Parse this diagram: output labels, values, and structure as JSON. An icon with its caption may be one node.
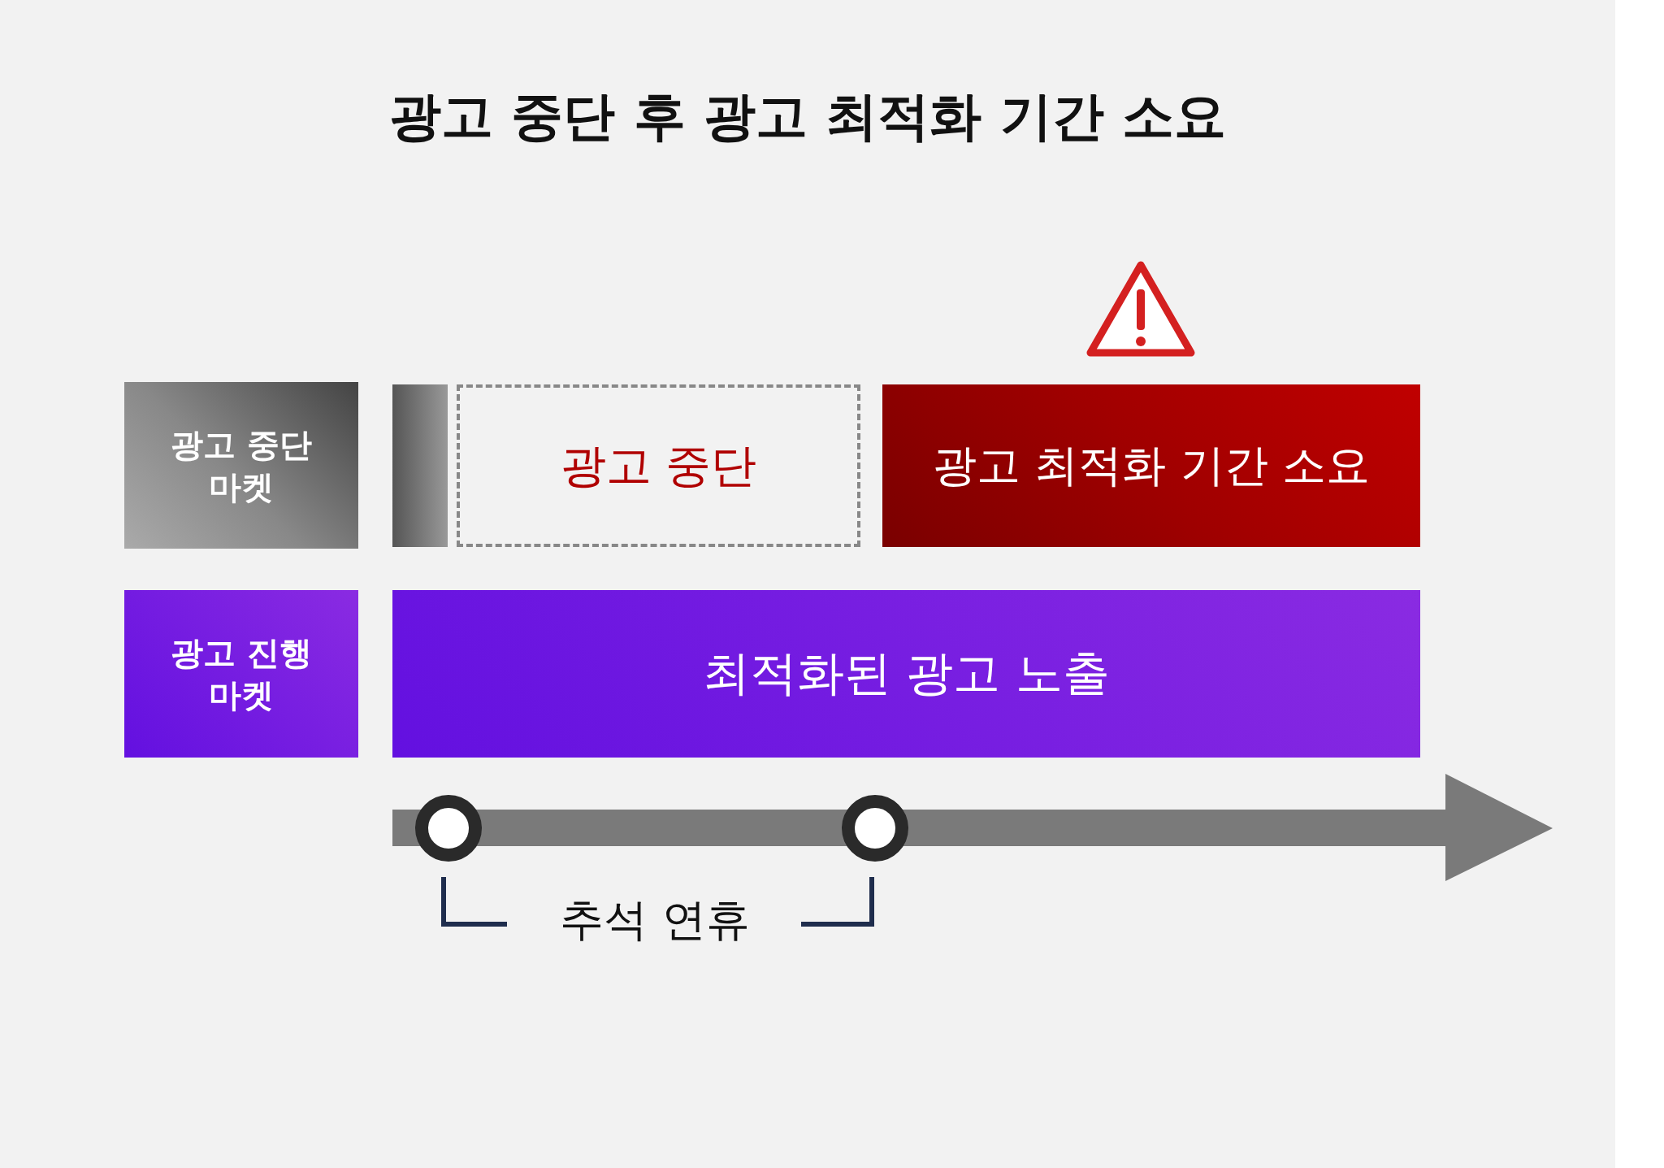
{
  "diagram": {
    "title": "광고 중단 후 광고 최적화 기간 소요",
    "nodes": [
      {
        "text": [
          "광고 중단 마켓"
        ]
      },
      {
        "text": [],
        "shape": "bar"
      },
      {
        "text": [
          "광고 중단"
        ]
      },
      {
        "text": [
          "광고 최적화 기간 소요"
        ]
      },
      {
        "text": [
          "광고 진행 마켓"
        ]
      },
      {
        "text": [
          "최적화된 광고 노출"
        ]
      }
    ],
    "edges": [],
    "labels": [
      "추석 연휴"
    ]
  }
}
